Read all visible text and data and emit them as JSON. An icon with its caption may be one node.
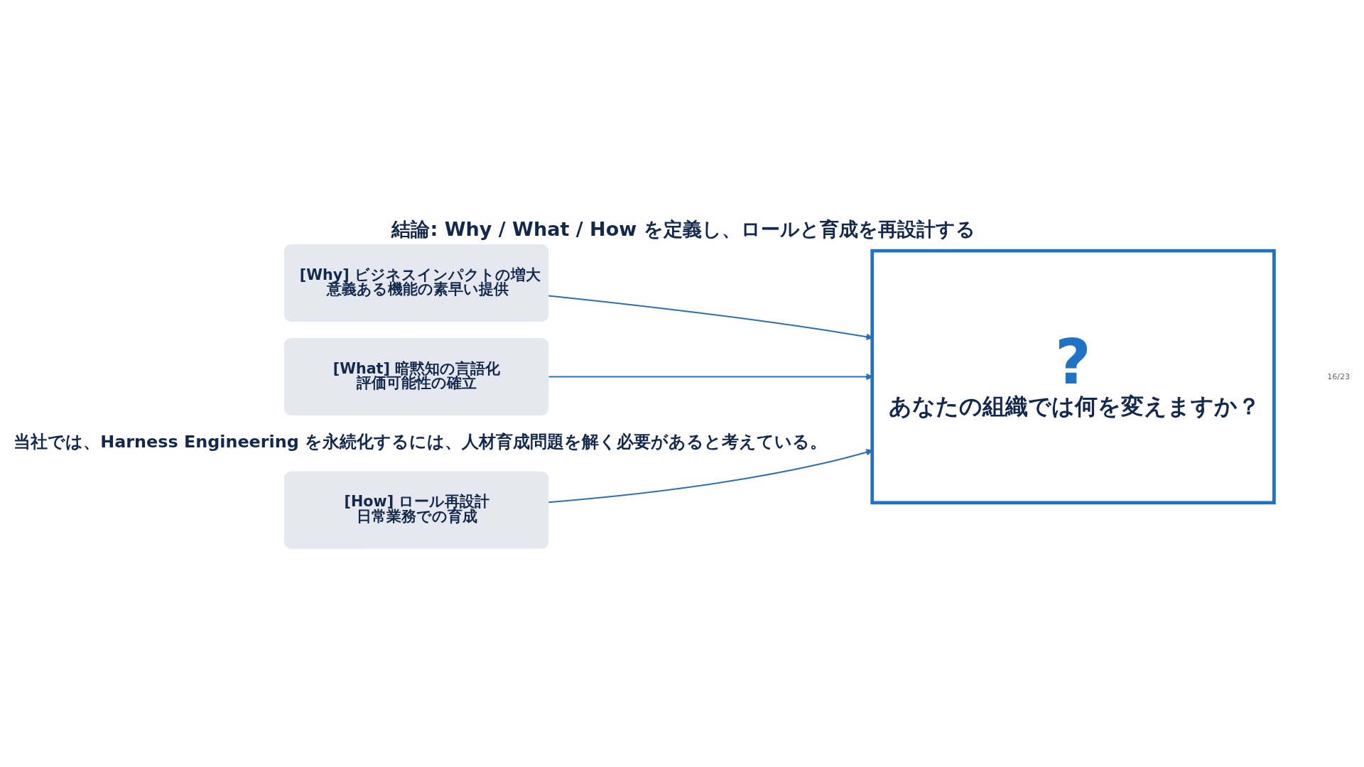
{
  "diagram": {
    "title": "結論: Why / What / How を定義し、ロールと育成を再設計する",
    "caption": "当社では、Harness Engineering を永続化するには、人材育成問題を解く必要があると考えている。",
    "nodes": [
      {
        "text": [
          "[Why] ビジネスインパクトの増大",
          "意義ある機能の素早い提供"
        ]
      },
      {
        "text": [
          "[What] 暗黙知の言語化",
          "評価可能性の確立"
        ]
      },
      {
        "text": [
          "[How] ロール再設計",
          "日常業務での育成"
        ]
      },
      {
        "text": [
          "?",
          "あなたの組織では何を変えますか？"
        ]
      }
    ],
    "edges": [
      {
        "from": 0,
        "to": 3,
        "arrow": "to"
      },
      {
        "from": 1,
        "to": 3,
        "arrow": "to"
      },
      {
        "from": 2,
        "to": 3,
        "arrow": "to"
      }
    ],
    "labels": [
      "16/23"
    ]
  }
}
